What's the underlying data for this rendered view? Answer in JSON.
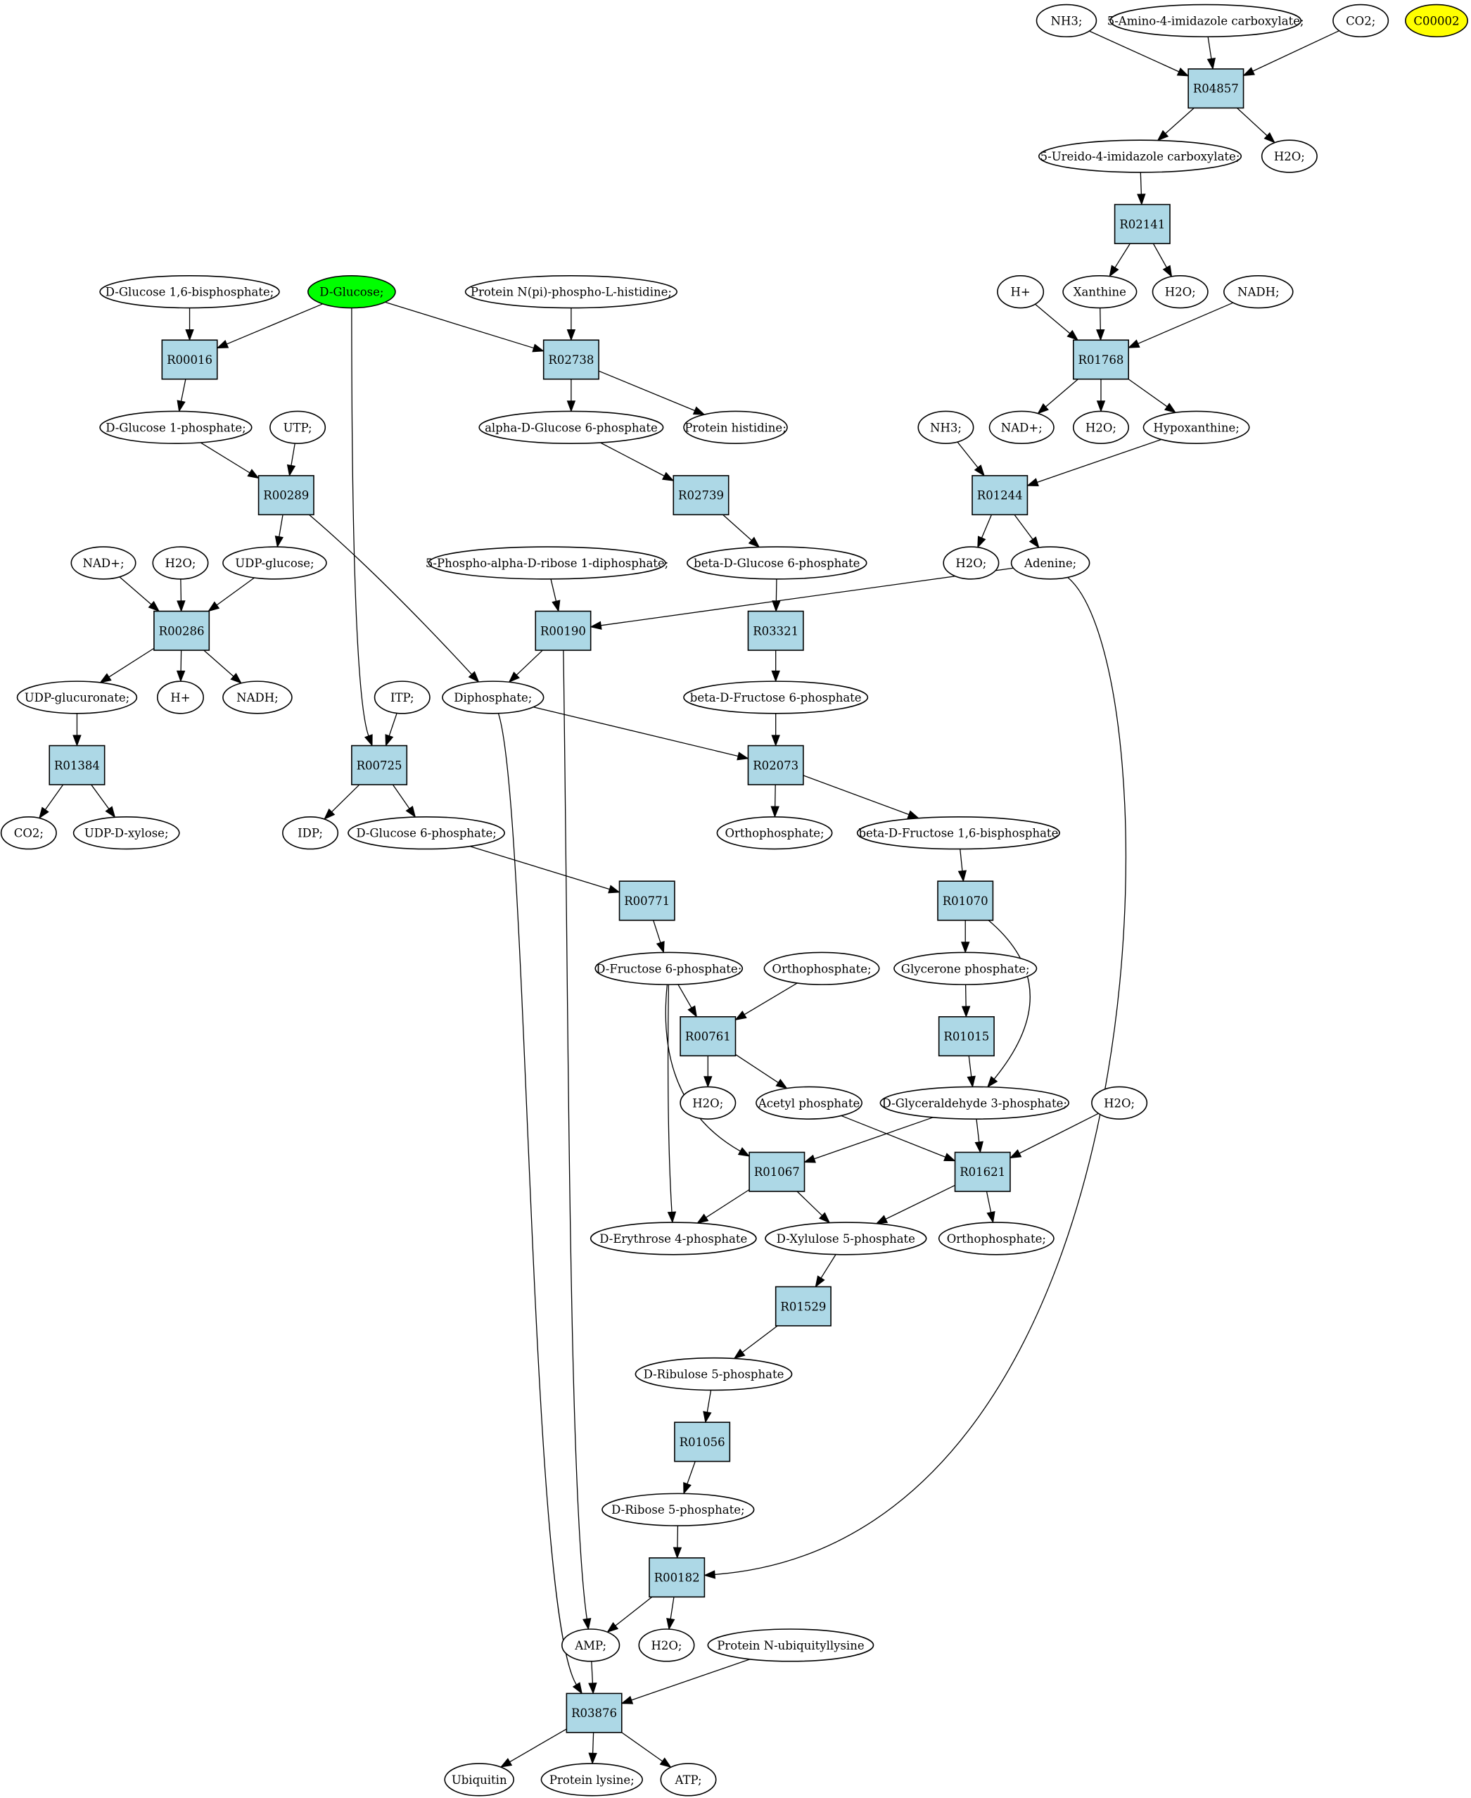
{
  "colors": {
    "reaction_fill": "#add8e6",
    "compound_fill": "#ffffff",
    "highlight_green": "#00ff00",
    "highlight_yellow": "#ffff00",
    "stroke": "#000000"
  },
  "compounds": {
    "nh3_a": "NH3;",
    "aica": "5-Amino-4-imidazole carboxylate;",
    "co2_a": "CO2;",
    "c00002": "C00002",
    "ureido": "5-Ureido-4-imidazole carboxylate;",
    "h2o_a": "H2O;",
    "d_glucose_16bp": "D-Glucose 1,6-bisphosphate;",
    "d_glucose": "D-Glucose;",
    "protein_phosphohis": "Protein N(pi)-phospho-L-histidine;",
    "hplus_a": "H+",
    "xanthine": "Xanthine",
    "h2o_b": "H2O;",
    "nadh_a": "NADH;",
    "d_glucose_1p": "D-Glucose 1-phosphate;",
    "utp": "UTP;",
    "alpha_g6p": "alpha-D-Glucose 6-phosphate",
    "protein_his": "Protein histidine;",
    "nad_a": "NAD+;",
    "h2o_c": "H2O;",
    "hypoxanthine": "Hypoxanthine;",
    "nh3_b": "NH3;",
    "nad_b": "NAD+;",
    "h2o_d": "H2O;",
    "udp_glucose": "UDP-glucose;",
    "prpp": "5-Phospho-alpha-D-ribose 1-diphosphate;",
    "beta_g6p": "beta-D-Glucose 6-phosphate",
    "h2o_e": "H2O;",
    "adenine": "Adenine;",
    "udp_glucuronate": "UDP-glucuronate;",
    "hplus_b": "H+",
    "nadh_b": "NADH;",
    "itp": "ITP;",
    "diphosphate": "Diphosphate;",
    "beta_f6p": "beta-D-Fructose 6-phosphate",
    "co2_b": "CO2;",
    "udp_xylose": "UDP-D-xylose;",
    "idp": "IDP;",
    "d_glucose_6p": "D-Glucose 6-phosphate;",
    "orthophosphate_a": "Orthophosphate;",
    "beta_f16bp": "beta-D-Fructose 1,6-bisphosphate",
    "d_fructose_6p": "D-Fructose 6-phosphate;",
    "orthophosphate_b": "Orthophosphate;",
    "glycerone_p": "Glycerone phosphate;",
    "h2o_f": "H2O;",
    "acetyl_p": "Acetyl phosphate",
    "g3p": "D-Glyceraldehyde 3-phosphate;",
    "h2o_g": "H2O;",
    "erythrose_4p": "D-Erythrose 4-phosphate",
    "xylulose_5p": "D-Xylulose 5-phosphate",
    "orthophosphate_c": "Orthophosphate;",
    "ribulose_5p": "D-Ribulose 5-phosphate",
    "ribose_5p": "D-Ribose 5-phosphate;",
    "amp": "AMP;",
    "h2o_h": "H2O;",
    "protein_ubiq": "Protein N-ubiquityllysine",
    "ubiquitin": "Ubiquitin",
    "protein_lys": "Protein lysine;",
    "atp": "ATP;"
  },
  "reactions": {
    "R04857": "R04857",
    "R02141": "R02141",
    "R00016": "R00016",
    "R02738": "R02738",
    "R01768": "R01768",
    "R00289": "R00289",
    "R02739": "R02739",
    "R01244": "R01244",
    "R00286": "R00286",
    "R00190": "R00190",
    "R03321": "R03321",
    "R01384": "R01384",
    "R00725": "R00725",
    "R02073": "R02073",
    "R00771": "R00771",
    "R01070": "R01070",
    "R00761": "R00761",
    "R01015": "R01015",
    "R01067": "R01067",
    "R01621": "R01621",
    "R01529": "R01529",
    "R01056": "R01056",
    "R00182": "R00182",
    "R03876": "R03876"
  }
}
